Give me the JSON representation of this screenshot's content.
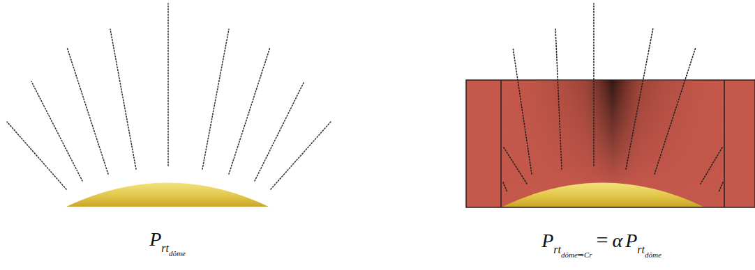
{
  "diagram": {
    "labels": [
      "P",
      "rt",
      "dôme",
      "P",
      "rt",
      "dôme⇒Cr",
      "=",
      "α",
      "P",
      "rt",
      "dôme"
    ]
  }
}
